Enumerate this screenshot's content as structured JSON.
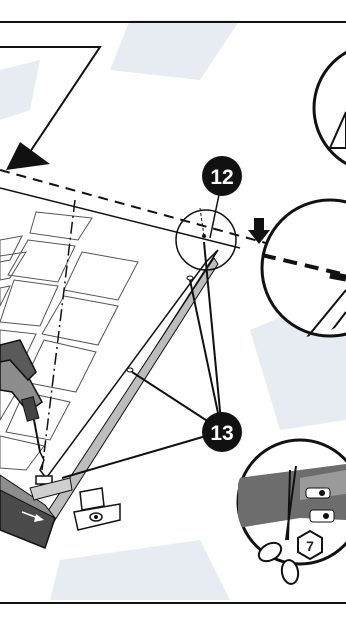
{
  "figure": {
    "callouts": [
      {
        "id": "step-12",
        "label": "12"
      },
      {
        "id": "step-13",
        "label": "13"
      }
    ],
    "tool_badge": {
      "label": "7",
      "icon": "hex-key-icon"
    },
    "icons": [
      "drill-icon",
      "scissors-icon",
      "mounting-bracket-icon",
      "arrow-icon",
      "magnifier-icon"
    ],
    "colors": {
      "outline": "#111111",
      "callout_fill": "#111111",
      "callout_text": "#ffffff",
      "shade_dark": "#7a7a7a",
      "shade_light": "#d9d9d9",
      "background_tint": "#dfe7ee"
    }
  }
}
